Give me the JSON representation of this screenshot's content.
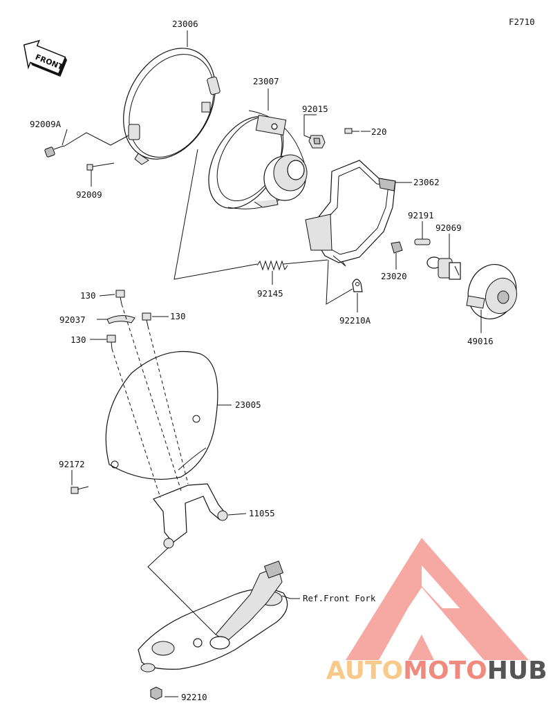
{
  "figure_code": "F2710",
  "front_indicator": "FRONT",
  "part_labels": {
    "p23006": "23006",
    "p23007": "23007",
    "p92015": "92015",
    "p220": "220",
    "p92009A": "92009A",
    "p92009": "92009",
    "p23062": "23062",
    "p92191": "92191",
    "p92069": "92069",
    "p23020": "23020",
    "p92145": "92145",
    "p92210A": "92210A",
    "p49016": "49016",
    "p130a": "130",
    "p130b": "130",
    "p130c": "130",
    "p92037": "92037",
    "p23005": "23005",
    "p92172": "92172",
    "p11055": "11055",
    "ref_front_fork": "Ref.Front Fork",
    "p92210": "92210"
  },
  "watermark": {
    "part1": "AUTO",
    "part2": "MOTO",
    "part3": "HUB",
    "color_light": "#f7c98a",
    "color_main": "#f08a7e",
    "color_dark": "#555555"
  }
}
